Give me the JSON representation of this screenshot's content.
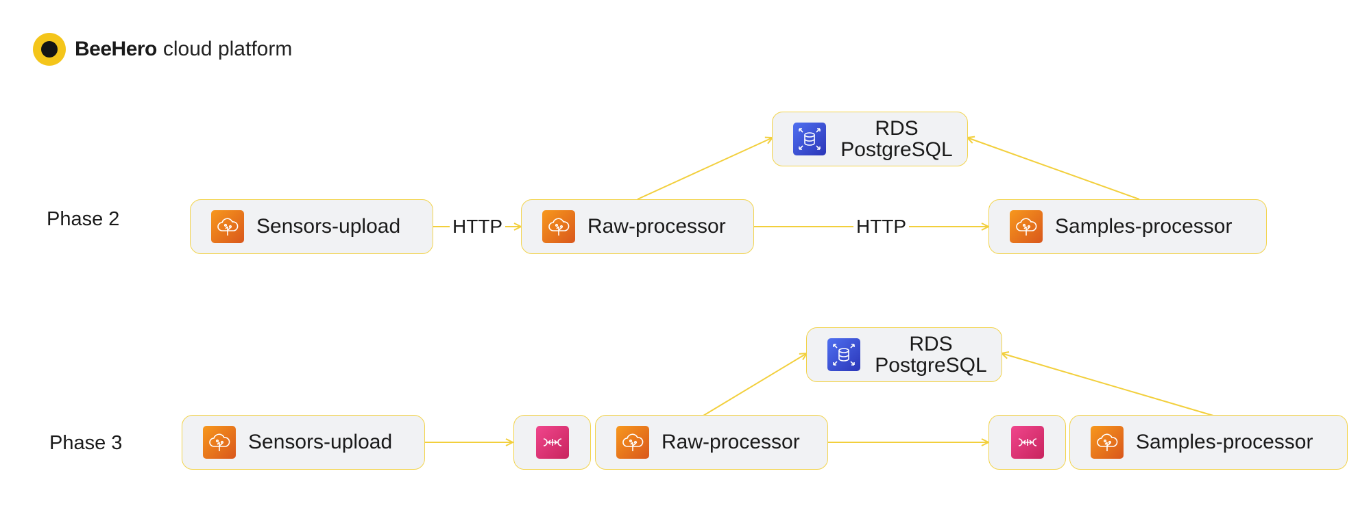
{
  "header": {
    "brand": "BeeHero",
    "tagline": "cloud platform"
  },
  "colors": {
    "accent": "#f4c51a",
    "connector": "#f2cf3c",
    "node_bg": "#f1f2f4",
    "compute_icon": "#e8731d",
    "database_icon": "#3d4fd6",
    "queue_icon": "#e0336f"
  },
  "phase2": {
    "label": "Phase 2",
    "database": {
      "line1": "RDS",
      "line2": "PostgreSQL",
      "icon": "rds-database-icon"
    },
    "sensors_upload": {
      "label": "Sensors-upload",
      "icon": "cloud-compute-icon"
    },
    "raw_processor": {
      "label": "Raw-processor",
      "icon": "cloud-compute-icon"
    },
    "samples_processor": {
      "label": "Samples-processor",
      "icon": "cloud-compute-icon"
    },
    "edge_upload_to_raw": "HTTP",
    "edge_raw_to_samples": "HTTP"
  },
  "phase3": {
    "label": "Phase 3",
    "database": {
      "line1": "RDS",
      "line2": "PostgreSQL",
      "icon": "rds-database-icon"
    },
    "sensors_upload": {
      "label": "Sensors-upload",
      "icon": "cloud-compute-icon"
    },
    "queue_raw": {
      "icon": "message-queue-icon"
    },
    "raw_processor": {
      "label": "Raw-processor",
      "icon": "cloud-compute-icon"
    },
    "queue_samples": {
      "icon": "message-queue-icon"
    },
    "samples_processor": {
      "label": "Samples-processor",
      "icon": "cloud-compute-icon"
    }
  }
}
